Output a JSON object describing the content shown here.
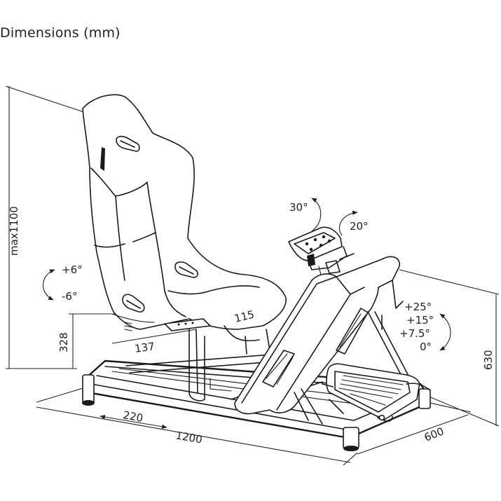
{
  "title": "Dimensions (mm)",
  "dimensions": {
    "height_max": "max1100",
    "seat_height": "328",
    "depth_137": "137",
    "seat_115": "115",
    "slide_220": "220",
    "length_1200": "1200",
    "width_600": "600",
    "height_630": "630"
  },
  "angles": {
    "seat_tilt_up": "+6°",
    "seat_tilt_down": "-6°",
    "wheel_tilt": "30°",
    "wheel_turn": "20°",
    "pedal_angles": [
      "+25°",
      "+15°",
      "+7.5°",
      "0°"
    ]
  }
}
